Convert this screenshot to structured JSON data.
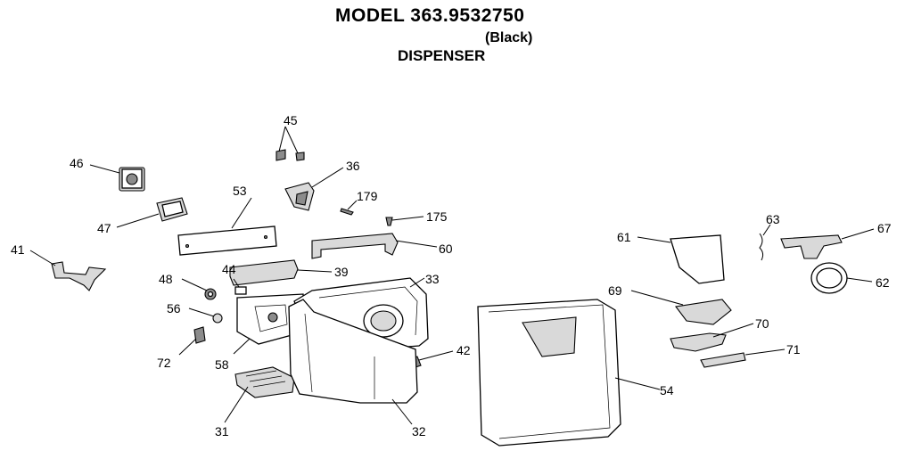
{
  "header": {
    "title": "MODEL 363.9532750",
    "variant": "(Black)",
    "section": "DISPENSER"
  },
  "part_labels": {
    "p31": "31",
    "p32": "32",
    "p33": "33",
    "p36": "36",
    "p39": "39",
    "p41": "41",
    "p42": "42",
    "p44": "44",
    "p45": "45",
    "p46": "46",
    "p47": "47",
    "p48": "48",
    "p53": "53",
    "p54": "54",
    "p56": "56",
    "p58": "58",
    "p60": "60",
    "p61": "61",
    "p62": "62",
    "p63": "63",
    "p67": "67",
    "p69": "69",
    "p70": "70",
    "p71": "71",
    "p72": "72",
    "p175": "175",
    "p179": "179"
  }
}
